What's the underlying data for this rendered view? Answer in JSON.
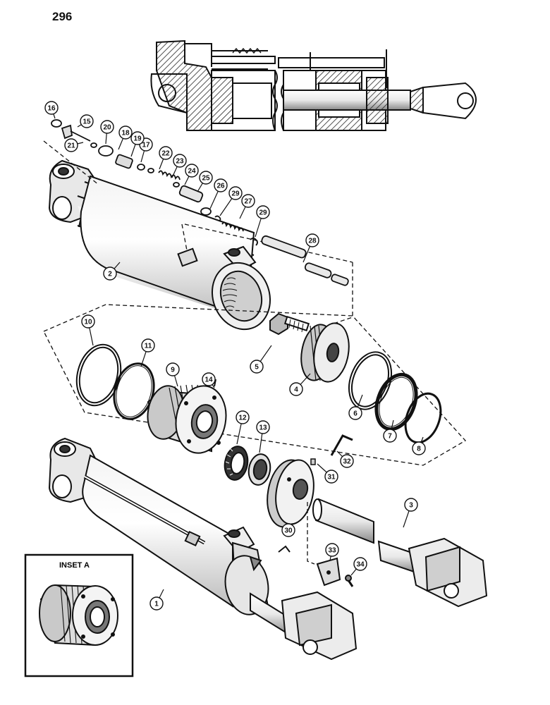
{
  "page_number": "296",
  "inset_label": "INSET A",
  "callouts": [
    "1",
    "2",
    "3",
    "4",
    "5",
    "6",
    "7",
    "8",
    "9",
    "10",
    "11",
    "12",
    "13",
    "14",
    "15",
    "16",
    "17",
    "18",
    "19",
    "20",
    "21",
    "22",
    "23",
    "24",
    "25",
    "26",
    "27",
    "28",
    "29",
    "29",
    "30",
    "31",
    "32",
    "33",
    "34"
  ],
  "colors": {
    "ink": "#111111",
    "paper": "#ffffff",
    "shade": "#cfcfcf",
    "dark": "#555555"
  }
}
